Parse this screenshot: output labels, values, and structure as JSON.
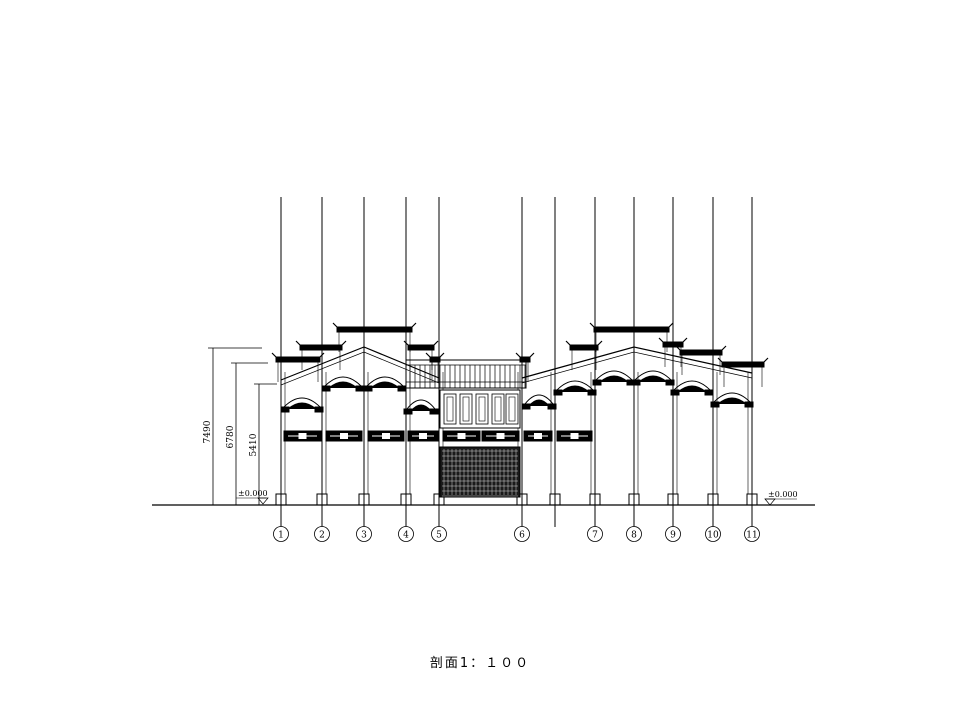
{
  "title": "剖面1：１００",
  "dimensions": {
    "total_height": "7490",
    "eave_height": "6780",
    "wall_height": "5410",
    "ground_left": "±0.000",
    "ground_right": "±0.000"
  },
  "axes": [
    "1",
    "2",
    "3",
    "4",
    "5",
    "6",
    "7",
    "8",
    "9",
    "10",
    "11"
  ]
}
